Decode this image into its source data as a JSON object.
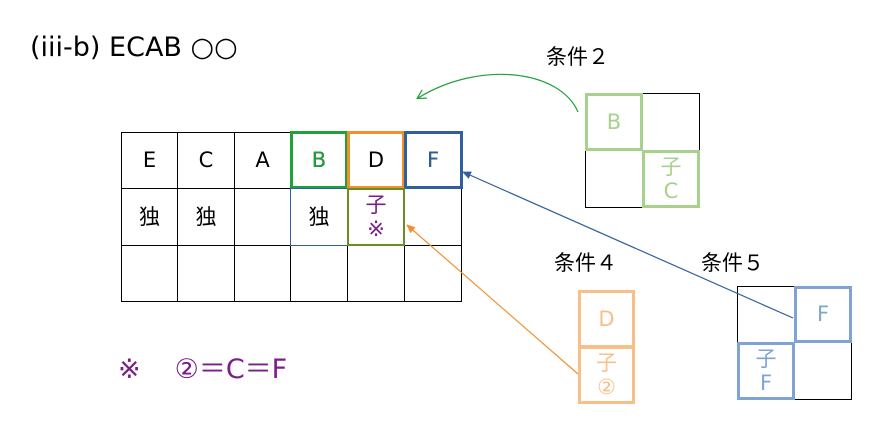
{
  "title": "(iii-b) ECAB ○○",
  "main_grid": {
    "header_row": [
      "E",
      "C",
      "A",
      "B",
      "D",
      "F"
    ],
    "row2": [
      "独",
      "独",
      "",
      "独",
      "子\n※",
      ""
    ],
    "row3": [
      "",
      "",
      "",
      "",
      "",
      ""
    ]
  },
  "condition2": {
    "label": "条件２",
    "cells": [
      "B",
      "",
      "",
      "子\nC"
    ]
  },
  "condition4": {
    "label": "条件４",
    "cells": [
      "D",
      "子\n②"
    ]
  },
  "condition5": {
    "label": "条件５",
    "cells": [
      "",
      "F",
      "子\nF",
      ""
    ]
  },
  "note": {
    "mark": "※",
    "equation": "②＝C＝F"
  },
  "colors": {
    "green": "#1fa03a",
    "orange": "#f0902e",
    "blue": "#2f5f9e",
    "light_green": "#a9d18e",
    "light_orange": "#f8c088",
    "light_blue": "#7fa4d4",
    "purple": "#7a1f86",
    "olive": "#6b8e23"
  }
}
